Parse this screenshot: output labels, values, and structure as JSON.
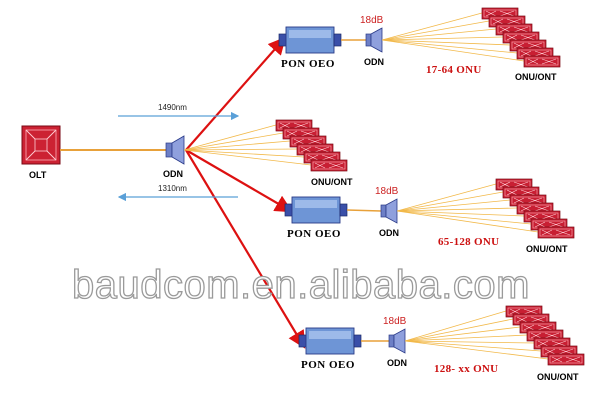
{
  "olt": {
    "label": "OLT"
  },
  "main_odn": {
    "label": "ODN"
  },
  "wavelengths": {
    "downstream": "1490nm",
    "upstream": "1310nm"
  },
  "local_onu_label": "ONU/ONT",
  "watermark": "baudcom.en.alibaba.com",
  "colors": {
    "trunk": "#dd1111",
    "fiber": "#f2b94a",
    "device_red": "#cc2233",
    "oeo_blue": "#5b86cc",
    "odn_blue": "#3a4fa8",
    "arrow_blue": "#5aa0d8"
  },
  "branches": [
    {
      "oeo_label": "PON OEO",
      "loss": "18dB",
      "odn_label": "ODN",
      "range": "17-64 ONU",
      "onu_label": "ONU/ONT"
    },
    {
      "oeo_label": "PON OEO",
      "loss": "18dB",
      "odn_label": "ODN",
      "range": "65-128 ONU",
      "onu_label": "ONU/ONT"
    },
    {
      "oeo_label": "PON OEO",
      "loss": "18dB",
      "odn_label": "ODN",
      "range": "128- xx ONU",
      "onu_label": "ONU/ONT"
    }
  ]
}
